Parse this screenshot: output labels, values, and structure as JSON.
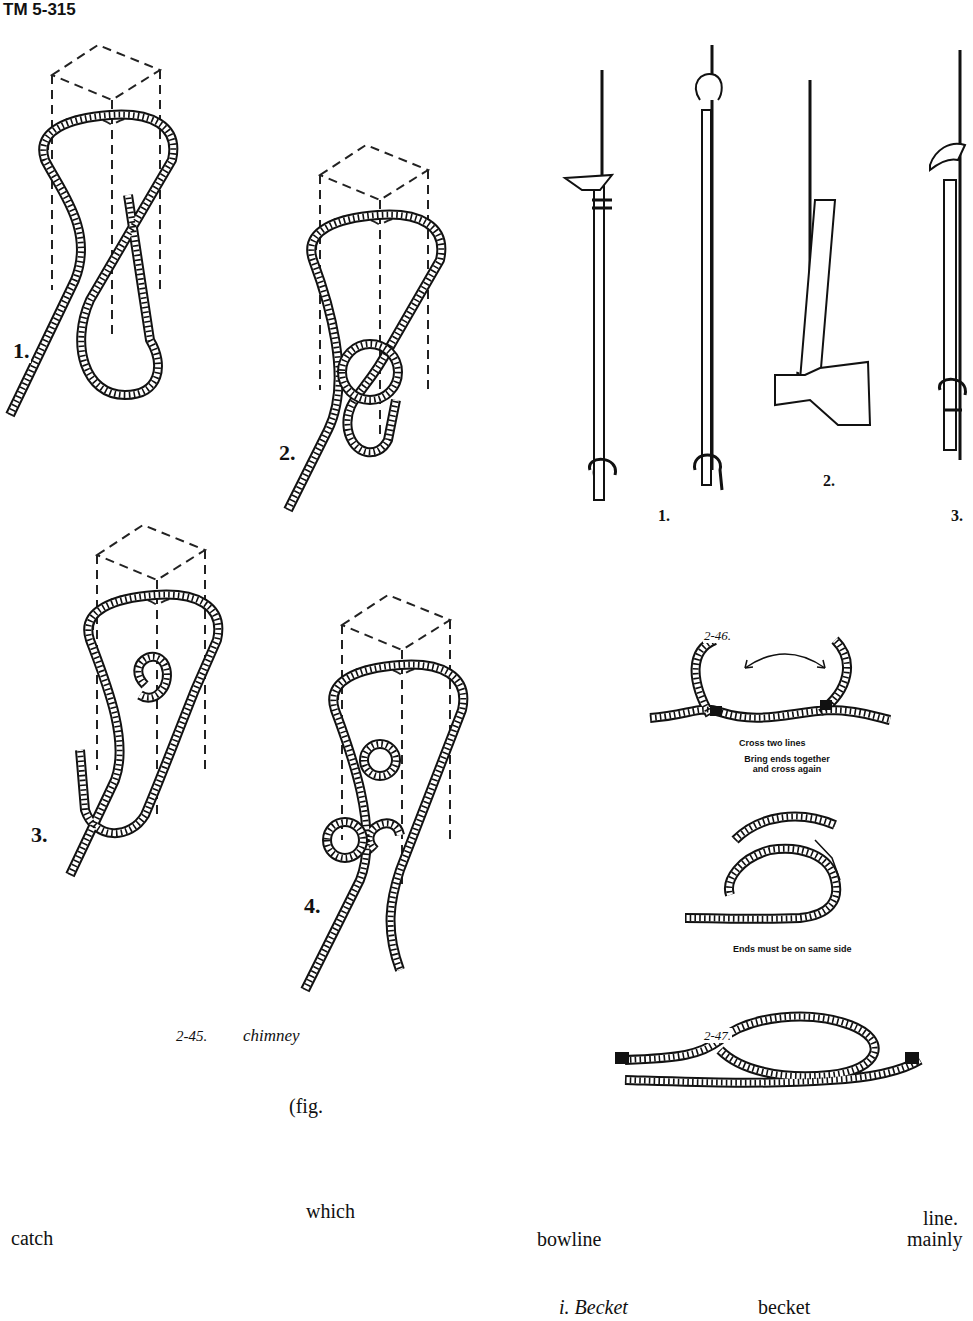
{
  "diagram": {
    "labels": [
      "TM 5-315",
      "1.",
      "2.",
      "3.",
      "4.",
      "2-45.",
      "chimney",
      "(fig.",
      "which",
      "catch",
      "2-46.",
      "1.",
      "2.",
      "3.",
      "Cross two lines",
      "Bring ends together and cross again",
      "Ends must be on same side",
      "2-47.",
      "line.",
      "bowline",
      "mainly",
      "i. Becket",
      "becket"
    ]
  }
}
